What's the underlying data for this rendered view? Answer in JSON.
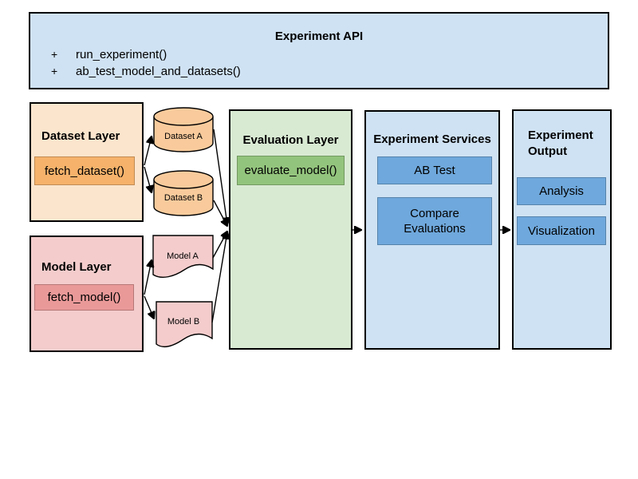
{
  "api_box": {
    "title": "Experiment API",
    "methods": [
      {
        "bullet": "+",
        "name": "run_experiment()"
      },
      {
        "bullet": "+",
        "name": "ab_test_model_and_datasets()"
      }
    ]
  },
  "dataset_layer": {
    "title": "Dataset Layer",
    "method": "fetch_dataset()",
    "datasets": [
      {
        "label": "Dataset A"
      },
      {
        "label": "Dataset B"
      }
    ]
  },
  "model_layer": {
    "title": "Model Layer",
    "method": "fetch_model()",
    "models": [
      {
        "label": "Model A"
      },
      {
        "label": "Model B"
      }
    ]
  },
  "evaluation_layer": {
    "title": "Evaluation Layer",
    "method": "evaluate_model()"
  },
  "experiment_services": {
    "title": "Experiment Services",
    "services": [
      {
        "label": "AB Test"
      },
      {
        "label": "Compare Evaluations"
      }
    ]
  },
  "experiment_output": {
    "title": "Experiment Output",
    "outputs": [
      {
        "label": "Analysis"
      },
      {
        "label": "Visualization"
      }
    ]
  },
  "colors": {
    "light_blue_bg": "#cfe2f3",
    "blue_accent": "#6fa8dc",
    "light_orange_bg": "#fce5cd",
    "orange_accent": "#f6b26b",
    "cylinder_orange": "#f9cb9c",
    "light_red_bg": "#f4cccc",
    "red_accent": "#ea9999",
    "light_green_bg": "#d9ead3",
    "green_accent": "#93c47d",
    "border": "#000000"
  }
}
